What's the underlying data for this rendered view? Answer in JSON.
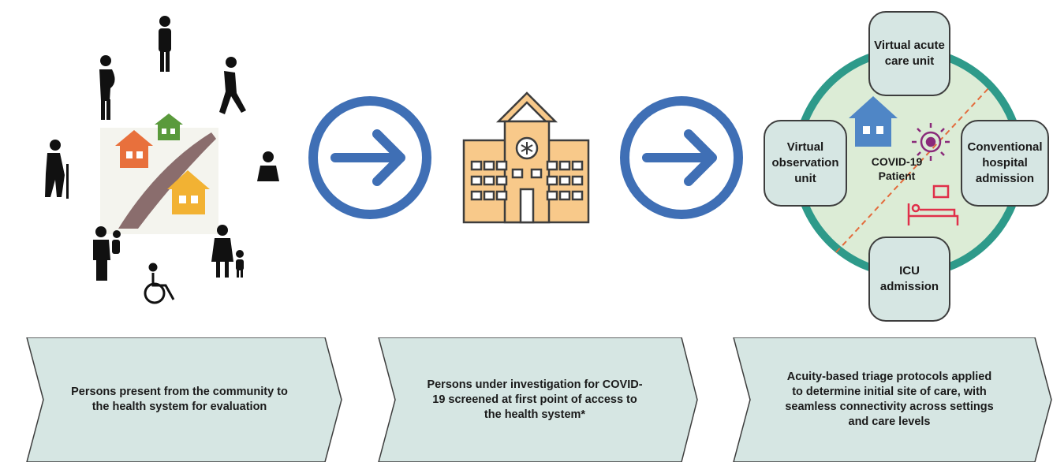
{
  "steps": [
    {
      "text": "Persons present from the community to the health system for evaluation"
    },
    {
      "text": "Persons under investigation for COVID-19 screened at first point of access to the health system*"
    },
    {
      "text": "Acuity-based triage protocols applied to determine initial site of care, with seamless connectivity across settings and care levels"
    }
  ],
  "care_sites": {
    "top": "Virtual acute care unit",
    "left": "Virtual observation unit",
    "right": "Conventional hospital admission",
    "bottom": "ICU admission"
  },
  "center": {
    "label": "COVID-19 Patient"
  },
  "colors": {
    "chevron_fill": "#d6e6e3",
    "arrow_circle": "#3f6fb5",
    "hospital": "#f8c98a",
    "ring": "#2e9a8a",
    "inner_fill": "#dcecd6"
  }
}
